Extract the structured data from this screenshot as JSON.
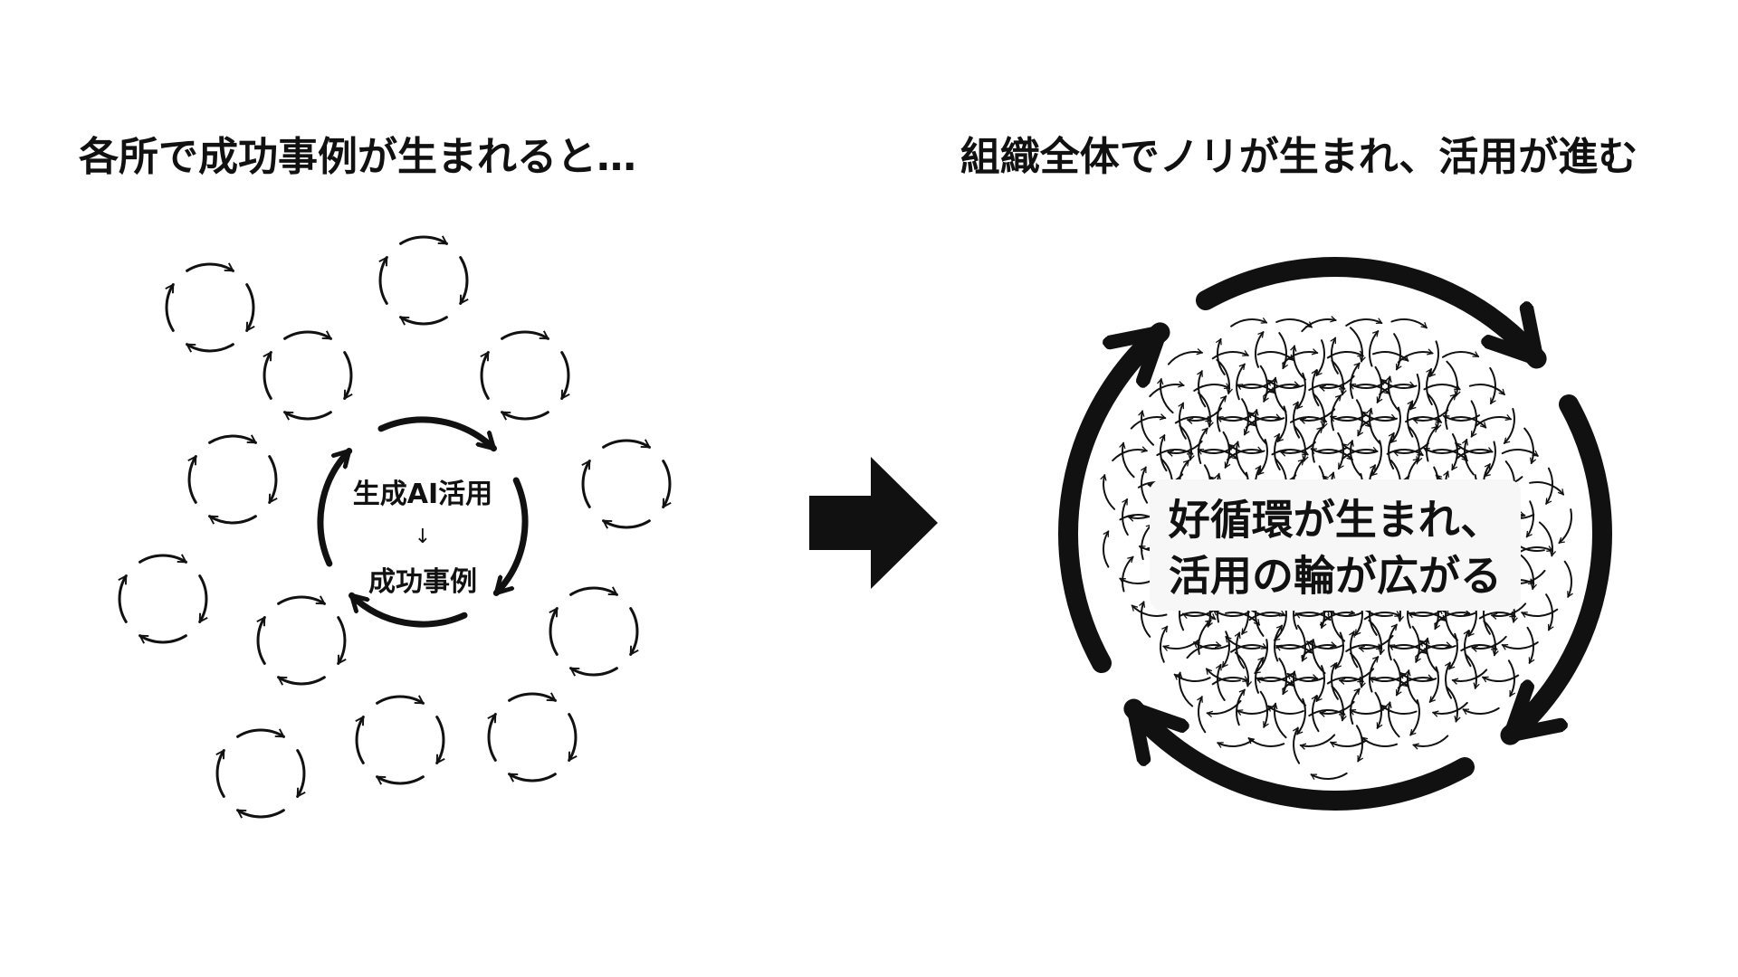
{
  "left": {
    "heading": "各所で成功事例が生まれると…",
    "center_line1": "生成AI活用",
    "center_arrow": "↓",
    "center_line2": "成功事例"
  },
  "right": {
    "heading": "組織全体でノリが生まれ、活用が進む",
    "center_line1": "好循環が生まれ、",
    "center_line2": "活用の輪が広がる"
  },
  "colors": {
    "ink": "#111111",
    "background": "#ffffff",
    "label_box": "#f7f7f7"
  },
  "icons": {
    "cycle": "cycle-arrows-icon",
    "transition": "right-arrow-icon"
  }
}
